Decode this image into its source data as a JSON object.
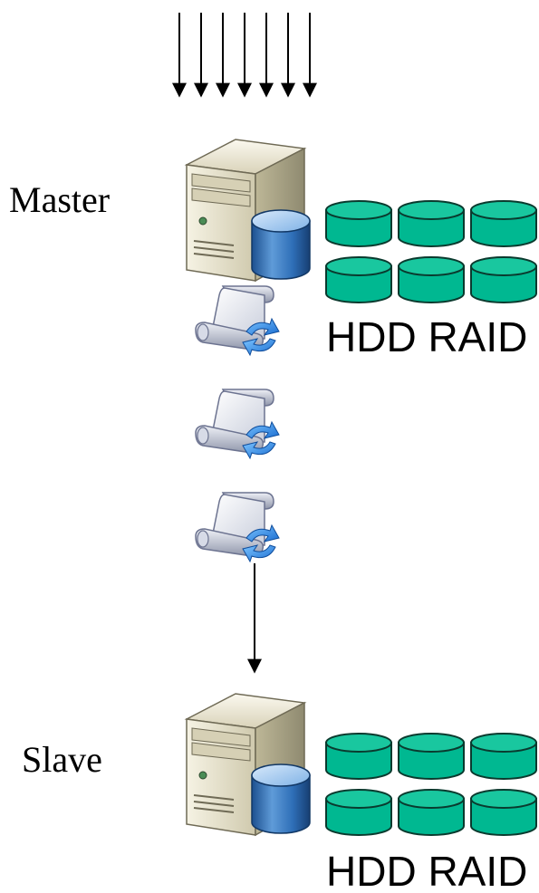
{
  "master": {
    "label": "Master",
    "storage_label": "HDD RAID",
    "disks": {
      "rows": 2,
      "cols": 3
    }
  },
  "slave": {
    "label": "Slave",
    "storage_label": "HDD RAID",
    "disks": {
      "rows": 2,
      "cols": 3
    }
  },
  "incoming_requests": {
    "count": 7
  },
  "replication_logs": {
    "count": 3
  },
  "colors": {
    "disk_fill": "#00b891",
    "disk_top": "#26cca6",
    "disk_stroke": "#0a3a2e",
    "arrow": "#000000",
    "server_body": "#e7e2cc",
    "db_blue": "#2f6fb8"
  },
  "icons": {
    "server": "server-tower-icon",
    "database": "database-cylinder-icon",
    "log": "replication-log-scroll-icon",
    "disk": "disk-cylinder-icon"
  }
}
